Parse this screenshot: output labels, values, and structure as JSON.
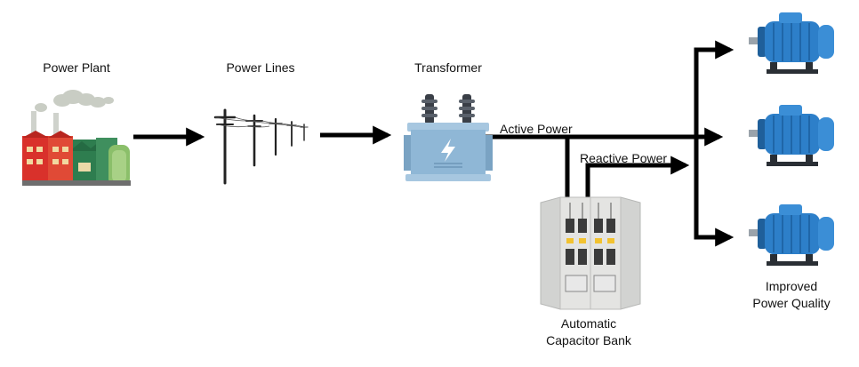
{
  "nodes": {
    "power_plant": {
      "label": "Power Plant",
      "icon": "factory-icon"
    },
    "power_lines": {
      "label": "Power Lines",
      "icon": "utility-poles-icon"
    },
    "transformer": {
      "label": "Transformer",
      "icon": "transformer-icon"
    },
    "capacitor_bank": {
      "label_line1": "Automatic",
      "label_line2": "Capacitor Bank",
      "icon": "capacitor-cabinet-icon"
    },
    "motors": {
      "label_line1": "Improved",
      "label_line2": "Power Quality",
      "icon": "electric-motor-icon",
      "count": 3
    }
  },
  "flows": {
    "active_power": "Active Power",
    "reactive_power": "Reactive Power"
  },
  "colors": {
    "arrow": "#000000",
    "factory_red": "#d9312b",
    "factory_green": "#2e7d4f",
    "transformer_body": "#8fb7d6",
    "motor_blue": "#2d7fc9",
    "cabinet_gray": "#d7d8d6"
  }
}
